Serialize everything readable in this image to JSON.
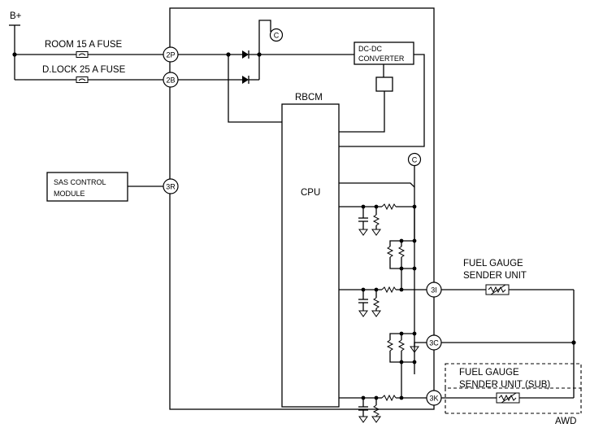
{
  "power": {
    "label": "B+"
  },
  "fuses": [
    {
      "label": "ROOM 15 A FUSE"
    },
    {
      "label": "D.LOCK 25 A FUSE"
    }
  ],
  "connectors": {
    "c2P": "2P",
    "c2B": "2B",
    "c3R": "3R",
    "c3I": "3I",
    "c3C": "3C",
    "c3K": "3K"
  },
  "references": {
    "c_label": "C"
  },
  "modules": {
    "dcdc_line1": "DC-DC",
    "dcdc_line2": "CONVERTER",
    "rbcm": "RBCM",
    "cpu": "CPU",
    "sas_line1": "SAS CONTROL",
    "sas_line2": "MODULE"
  },
  "sensors": {
    "main_line1": "FUEL GAUGE",
    "main_line2": "SENDER UNIT",
    "sub_line1": "FUEL GAUGE",
    "sub_line2": "SENDER UNIT (SUB)",
    "awd": "AWD"
  }
}
